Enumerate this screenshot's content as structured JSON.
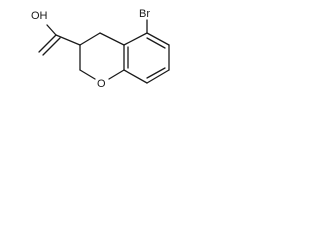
{
  "molecule": {
    "atoms": {
      "hydroxyl": "OH",
      "ring_oxygen": "O",
      "bromine": "Br"
    },
    "line_color": "#1a1a1a",
    "background": "#ffffff"
  }
}
